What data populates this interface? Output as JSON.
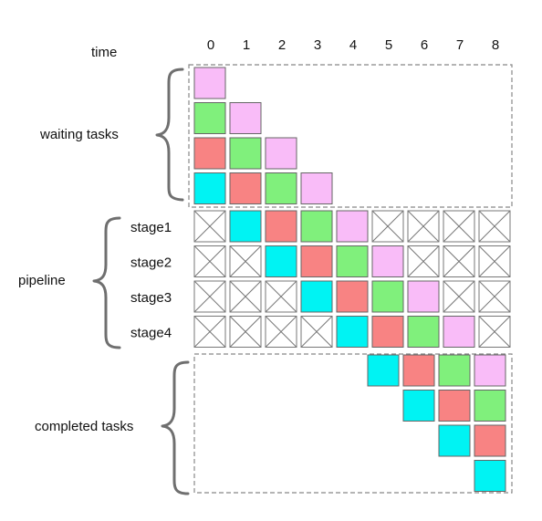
{
  "labels": {
    "time": "time",
    "waiting": "waiting tasks",
    "pipeline": "pipeline",
    "completed": "completed tasks"
  },
  "time_ticks": [
    "0",
    "1",
    "2",
    "3",
    "4",
    "5",
    "6",
    "7",
    "8"
  ],
  "stage_labels": [
    "stage1",
    "stage2",
    "stage3",
    "stage4"
  ],
  "colors": {
    "pink": "#f9bcf8",
    "green": "#80f07c",
    "red": "#f88383",
    "cyan": "#00f3f3"
  },
  "waiting_tasks": [
    [
      "pink"
    ],
    [
      "green",
      "pink"
    ],
    [
      "red",
      "green",
      "pink"
    ],
    [
      "cyan",
      "red",
      "green",
      "pink"
    ]
  ],
  "pipeline": [
    [
      null,
      "cyan",
      "red",
      "green",
      "pink",
      null,
      null,
      null,
      null
    ],
    [
      null,
      null,
      "cyan",
      "red",
      "green",
      "pink",
      null,
      null,
      null
    ],
    [
      null,
      null,
      null,
      "cyan",
      "red",
      "green",
      "pink",
      null,
      null
    ],
    [
      null,
      null,
      null,
      null,
      "cyan",
      "red",
      "green",
      "pink",
      null
    ]
  ],
  "completed_tasks": [
    {
      "time": 5,
      "tasks": [
        "cyan"
      ]
    },
    {
      "time": 6,
      "tasks": [
        "red",
        "cyan"
      ]
    },
    {
      "time": 7,
      "tasks": [
        "green",
        "red",
        "cyan"
      ]
    },
    {
      "time": 8,
      "tasks": [
        "pink",
        "green",
        "red",
        "cyan"
      ]
    }
  ]
}
